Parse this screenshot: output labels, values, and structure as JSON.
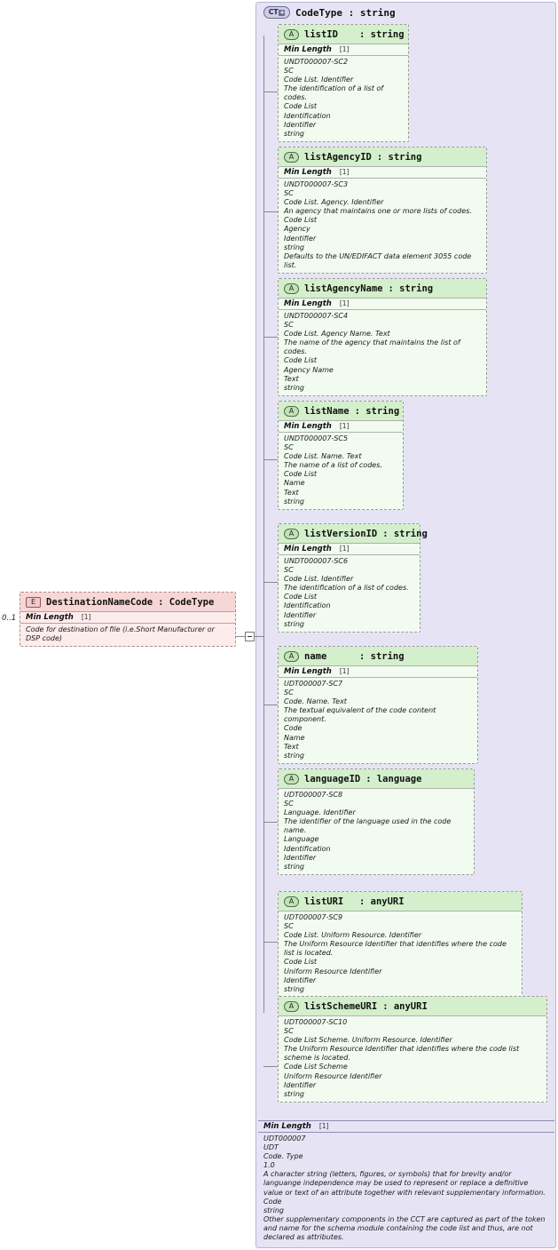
{
  "diagram": {
    "kind": "xsd-schema-diagram",
    "colors": {
      "container_bg": "#e6e4f4",
      "attribute_bg": "#f1fbef",
      "attribute_header_bg": "#d4efcb",
      "element_bg": "#fdecec",
      "element_header_bg": "#f7d6d6",
      "connector": "#8a8a8a"
    }
  },
  "complex_type": {
    "badge": "CT",
    "badge_expand": "+",
    "title": "CodeType : string",
    "facet_label": "Min Length",
    "facet_cardinality": "[1]",
    "documentation": [
      "UDT000007",
      "UDT",
      "Code. Type",
      "1.0",
      "A character string (letters, figures, or symbols) that for brevity and/or languange independence may be used to represent or replace a definitive value or text of an attribute together with relevant supplementary information.",
      "Code",
      "string",
      "Other supplementary components in the CCT are captured as part of the token and name for the schema module containing the code list and thus, are not declared as attributes."
    ]
  },
  "element": {
    "badge": "E",
    "name": "DestinationNameCode",
    "type": ": CodeType",
    "cardinality": "0..1",
    "facet_label": "Min Length",
    "facet_cardinality": "[1]",
    "documentation": [
      "Code for destination of file (i.e.Short Manufacturer or DSP code)"
    ]
  },
  "attributes": [
    {
      "badge": "A",
      "name": "listID",
      "type": ": string",
      "facet_label": "Min Length",
      "facet_cardinality": "[1]",
      "documentation": [
        "UNDT000007-SC2",
        "SC",
        "Code List. Identifier",
        "The identification of a list of codes.",
        "Code List",
        "Identification",
        "Identifier",
        "string"
      ]
    },
    {
      "badge": "A",
      "name": "listAgencyID",
      "type": ": string",
      "facet_label": "Min Length",
      "facet_cardinality": "[1]",
      "documentation": [
        "UNDT000007-SC3",
        "SC",
        "Code List. Agency. Identifier",
        "An agency that maintains one or more lists of codes.",
        "Code List",
        "Agency",
        "Identifier",
        "string",
        "Defaults to the UN/EDIFACT data element 3055 code list."
      ]
    },
    {
      "badge": "A",
      "name": "listAgencyName",
      "type": ": string",
      "facet_label": "Min Length",
      "facet_cardinality": "[1]",
      "documentation": [
        "UNDT000007-SC4",
        "SC",
        "Code List. Agency Name. Text",
        "The name of the agency that maintains the list of codes.",
        "Code List",
        "Agency Name",
        "Text",
        "string"
      ]
    },
    {
      "badge": "A",
      "name": "listName",
      "type": ": string",
      "facet_label": "Min Length",
      "facet_cardinality": "[1]",
      "documentation": [
        "UNDT000007-SC5",
        "SC",
        "Code List. Name. Text",
        "The name of a list of codes.",
        "Code List",
        "Name",
        "Text",
        "string"
      ]
    },
    {
      "badge": "A",
      "name": "listVersionID",
      "type": ": string",
      "facet_label": "Min Length",
      "facet_cardinality": "[1]",
      "documentation": [
        "UNDT000007-SC6",
        "SC",
        "Code List. Identifier",
        "The identification of a list of codes.",
        "Code List",
        "Identification",
        "Identifier",
        "string"
      ]
    },
    {
      "badge": "A",
      "name": "name",
      "type": ": string",
      "facet_label": "Min Length",
      "facet_cardinality": "[1]",
      "documentation": [
        "UDT000007-SC7",
        "SC",
        "Code. Name. Text",
        "The textual equivalent of the code content component.",
        "Code",
        "Name",
        "Text",
        "string"
      ]
    },
    {
      "badge": "A",
      "name": "languageID",
      "type": ": language",
      "facet_label": "",
      "facet_cardinality": "",
      "documentation": [
        "UDT000007-SC8",
        "SC",
        "Language. Identifier",
        "The identifier of the language used in the code name.",
        "Language",
        "Identification",
        "Identifier",
        "string"
      ]
    },
    {
      "badge": "A",
      "name": "listURI",
      "type": ": anyURI",
      "facet_label": "",
      "facet_cardinality": "",
      "documentation": [
        "UDT000007-SC9",
        "SC",
        "Code List. Uniform Resource. Identifier",
        "The Uniform Resource Identifier that identifies where the code list is located.",
        "Code List",
        "Uniform Resource Identifier",
        "Identifier",
        "string"
      ]
    },
    {
      "badge": "A",
      "name": "listSchemeURI",
      "type": ": anyURI",
      "facet_label": "",
      "facet_cardinality": "",
      "documentation": [
        "UDT000007-SC10",
        "SC",
        "Code List Scheme. Uniform Resource. Identifier",
        "The Uniform Resource Identifier that identifies where the code list scheme is located.",
        "Code List Scheme",
        "Uniform Resource Identifier",
        "Identifier",
        "string"
      ]
    }
  ]
}
